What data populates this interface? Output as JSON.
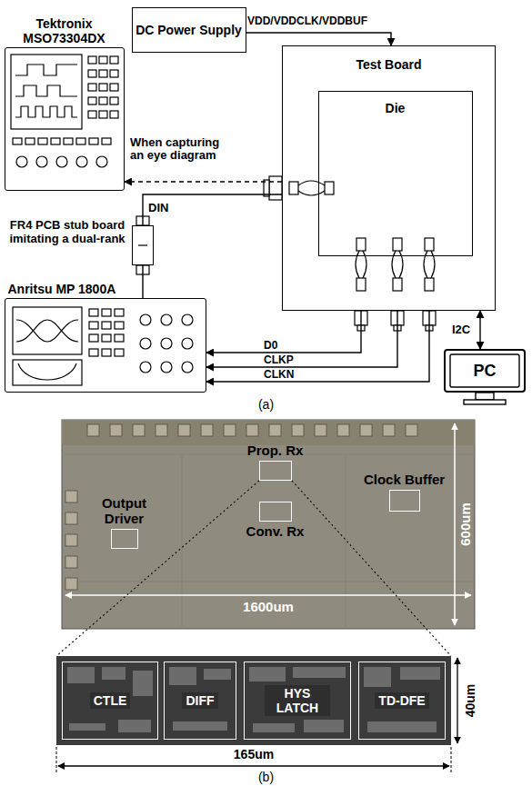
{
  "diagram": {
    "nodes": [
      {
        "text": [
          "DC Power Supply"
        ]
      },
      {
        "text": [
          "Tektronix MSO73304DX"
        ]
      },
      {
        "text": [
          "Test Board"
        ]
      },
      {
        "text": [
          "Die"
        ],
        "in": 2
      },
      {
        "text": [
          "FR4 PCB stub board imitating a dual-rank"
        ]
      },
      {
        "text": [
          "Anritsu MP 1800A"
        ]
      },
      {
        "text": [
          "PC"
        ]
      },
      {
        "text": [
          "Output Driver"
        ]
      },
      {
        "text": [
          "Prop. Rx"
        ]
      },
      {
        "text": [
          "Clock Buffer"
        ]
      },
      {
        "text": [
          "Conv. Rx"
        ]
      },
      {
        "text": [
          "CTLE"
        ]
      },
      {
        "text": [
          "DIFF"
        ]
      },
      {
        "text": [
          "HYS LATCH"
        ]
      },
      {
        "text": [
          "TD-DFE"
        ]
      }
    ],
    "edges": [
      {
        "from": 0,
        "to": 2,
        "arrow": "to",
        "label": "VDD/VDDCLK/VDDBUF"
      },
      {
        "from": 2,
        "to": 1,
        "arrow": "to",
        "label": "When capturing an eye diagram"
      },
      {
        "from": 5,
        "to": 4,
        "arrow": "none"
      },
      {
        "from": 4,
        "to": 2,
        "arrow": "none",
        "label": "DIN"
      },
      {
        "from": 2,
        "to": 5,
        "arrow": "to",
        "label": "D0"
      },
      {
        "from": 2,
        "to": 5,
        "arrow": "to",
        "label": "CLKP"
      },
      {
        "from": 2,
        "to": 5,
        "arrow": "to",
        "label": "CLKN"
      },
      {
        "from": 2,
        "to": 6,
        "arrow": "both",
        "label": "I2C"
      }
    ],
    "labels": [
      "(a)",
      "600um",
      "1600um",
      "40um",
      "165um",
      "(b)"
    ]
  }
}
